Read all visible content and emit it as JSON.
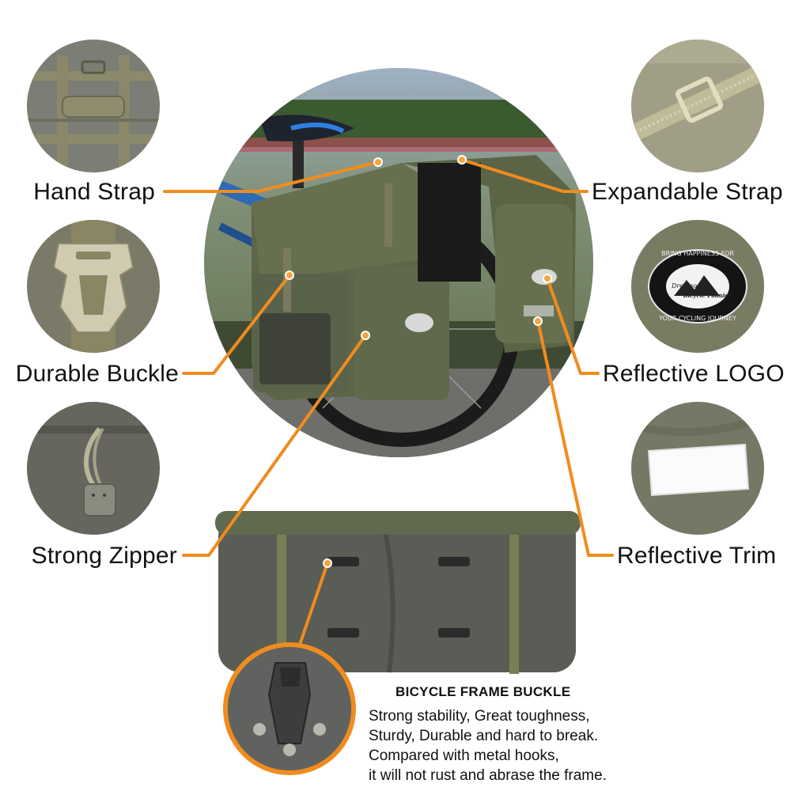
{
  "callouts": {
    "hand_strap": "Hand Strap",
    "durable_buckle": "Durable Buckle",
    "strong_zipper": "Strong Zipper",
    "expandable_strap": "Expandable Strap",
    "reflective_logo": "Reflective LOGO",
    "reflective_trim": "Reflective Trim"
  },
  "logo_badge": {
    "top_text": "BRING HAPPINESS FOR",
    "brand": "Dreamoon",
    "product": "Bicycle Pannier",
    "bottom_text": "YOUR CYCLING JOURNEY"
  },
  "frame_buckle": {
    "title": "BICYCLE FRAME BUCKLE",
    "lines": [
      "Strong stability, Great toughness,",
      "Sturdy, Durable and hard to break.",
      "Compared with metal hooks,",
      "it will not rust and abrase the frame."
    ]
  },
  "colors": {
    "accent": "#f08c1e",
    "bag_green": "#5f6a4e",
    "webbing": "#8c8a6a"
  }
}
